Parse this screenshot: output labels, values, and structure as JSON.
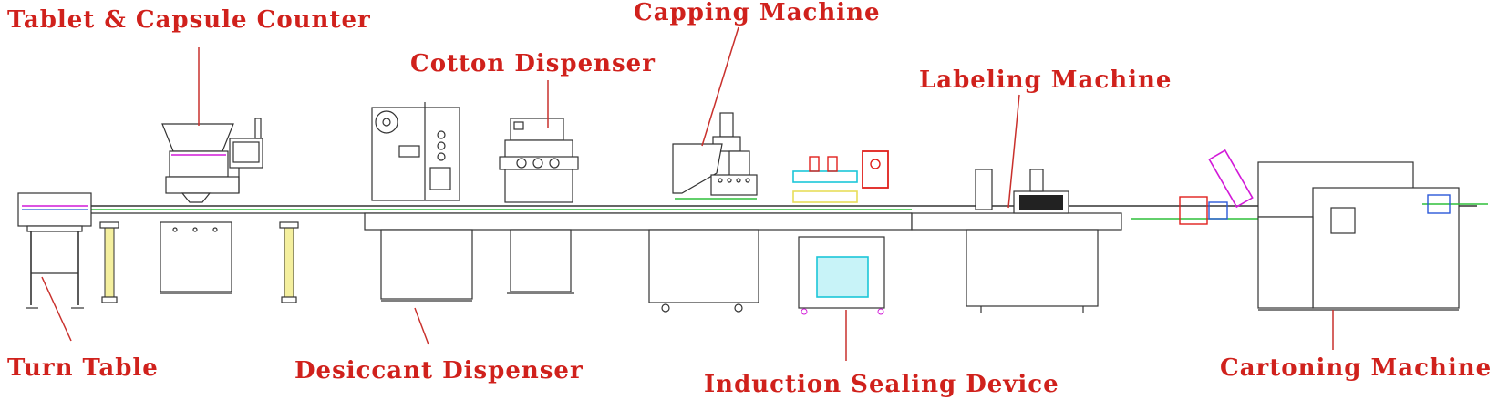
{
  "colors": {
    "label": "#d0211c",
    "leader": "#c9302c",
    "line_art": "#333333",
    "accent_green": "#2fbf3a",
    "accent_magenta": "#d21ad8",
    "accent_cyan": "#1cc6d8",
    "accent_yellow": "#e8dd5a",
    "accent_red": "#e0201c",
    "accent_blue": "#2a59d8"
  },
  "labels": {
    "tablet_counter": "Tablet & Capsule Counter",
    "turn_table": "Turn Table",
    "cotton_dispenser": "Cotton Dispenser",
    "desiccant_dispenser": "Desiccant Dispenser",
    "capping_machine": "Capping Machine",
    "induction_sealing": "Induction Sealing Device",
    "labeling_machine": "Labeling Machine",
    "cartoning_machine": "Cartoning Machine"
  }
}
